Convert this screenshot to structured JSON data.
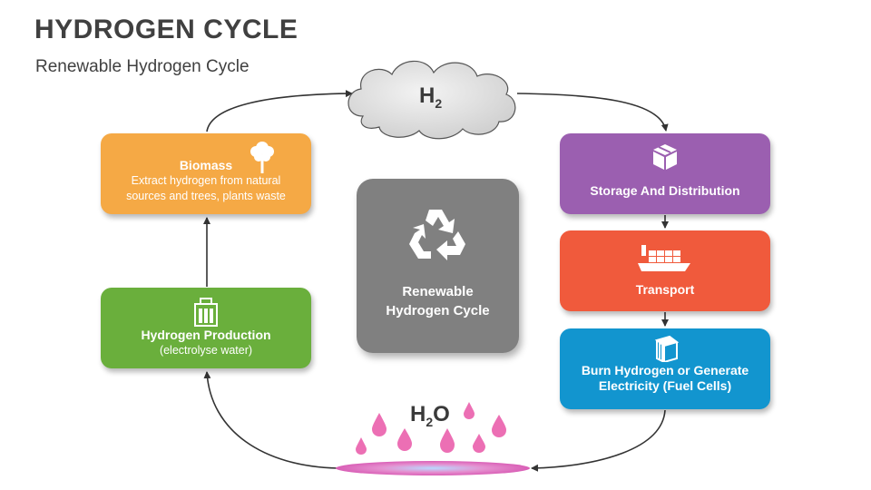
{
  "header": {
    "title": "HYDROGEN CYCLE",
    "subtitle": "Renewable Hydrogen Cycle"
  },
  "cloud": {
    "formula_base": "H",
    "formula_sub": "2"
  },
  "water": {
    "formula_h": "H",
    "formula_sub": "2",
    "formula_o": "O"
  },
  "nodes": {
    "biomass": {
      "title": "Biomass",
      "desc_line1": "Extract hydrogen from natural",
      "desc_line2": "sources and trees, plants waste",
      "icon": "tree-icon",
      "color": "#f5a945"
    },
    "production": {
      "title": "Hydrogen Production",
      "desc": "(electrolyse water)",
      "icon": "electrolyser-icon",
      "color": "#6aaf3c"
    },
    "storage": {
      "title": "Storage And Distribution",
      "icon": "box-icon",
      "color": "#9b5fb0"
    },
    "transport": {
      "title": "Transport",
      "icon": "ship-icon",
      "color": "#f05a3c"
    },
    "burn": {
      "title_line1": "Burn Hydrogen or Generate",
      "title_line2": "Electricity (Fuel Cells)",
      "icon": "fuel-cell-icon",
      "color": "#1295cf"
    },
    "center": {
      "line1": "Renewable",
      "line2": "Hydrogen Cycle",
      "icon": "recycle-icon",
      "color": "#808080"
    }
  }
}
